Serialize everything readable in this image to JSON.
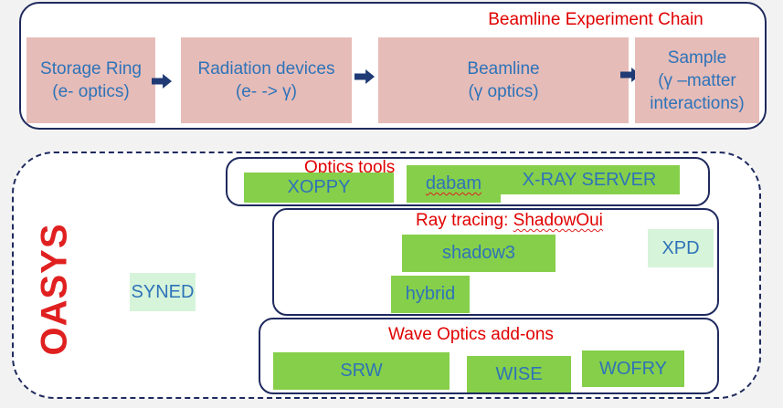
{
  "chain": {
    "title": "Beamline Experiment Chain",
    "stages": [
      {
        "line1": "Storage Ring",
        "line2": "(e- optics)"
      },
      {
        "line1": "Radiation devices",
        "line2": "(e- -> γ)"
      },
      {
        "line1": "Beamline",
        "line2": "(γ optics)"
      },
      {
        "line1": "Sample",
        "line2": "(γ –matter",
        "line3": "interactions)"
      }
    ]
  },
  "oasys": {
    "label": "OASYS",
    "synned": "SYNED",
    "optics_tools": {
      "title": "Optics tools",
      "items": [
        "XOPPY",
        "dabam",
        "X-RAY SERVER"
      ]
    },
    "ray_tracing": {
      "title_prefix": "Ray tracing: ",
      "title_name": "ShadowOui",
      "items": [
        "shadow3",
        "hybrid"
      ],
      "side_item": "XPD"
    },
    "wave_optics": {
      "title": "Wave Optics add-ons",
      "items": [
        "SRW",
        "WISE",
        "WOFRY"
      ]
    }
  },
  "colors": {
    "frame": "#1f2a5e",
    "title_red": "#e00000",
    "text_blue": "#2e73b8",
    "stage_fill": "#e6bcb8",
    "tool_fill": "#86cf4a",
    "tool_light_fill": "#d6f4da"
  }
}
